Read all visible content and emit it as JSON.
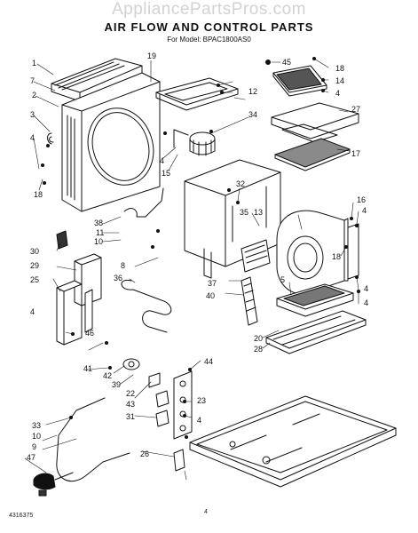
{
  "watermark": "AppliancePartsPros.com",
  "title": "AIR FLOW AND CONTROL PARTS",
  "model": "For Model: BPAC1800AS0",
  "footer": {
    "code": "4316375",
    "page": "4"
  },
  "callouts": [
    "1",
    "19",
    "7",
    "2",
    "3",
    "4",
    "18",
    "12",
    "34",
    "4",
    "15",
    "45",
    "18",
    "14",
    "4",
    "27",
    "17",
    "32",
    "35",
    "13",
    "16",
    "4",
    "38",
    "11",
    "10",
    "30",
    "29",
    "25",
    "8",
    "36",
    "37",
    "40",
    "5",
    "18",
    "4",
    "4",
    "4",
    "46",
    "41",
    "42",
    "39",
    "20",
    "28",
    "44",
    "22",
    "43",
    "23",
    "31",
    "4",
    "33",
    "10",
    "9",
    "47",
    "26"
  ]
}
